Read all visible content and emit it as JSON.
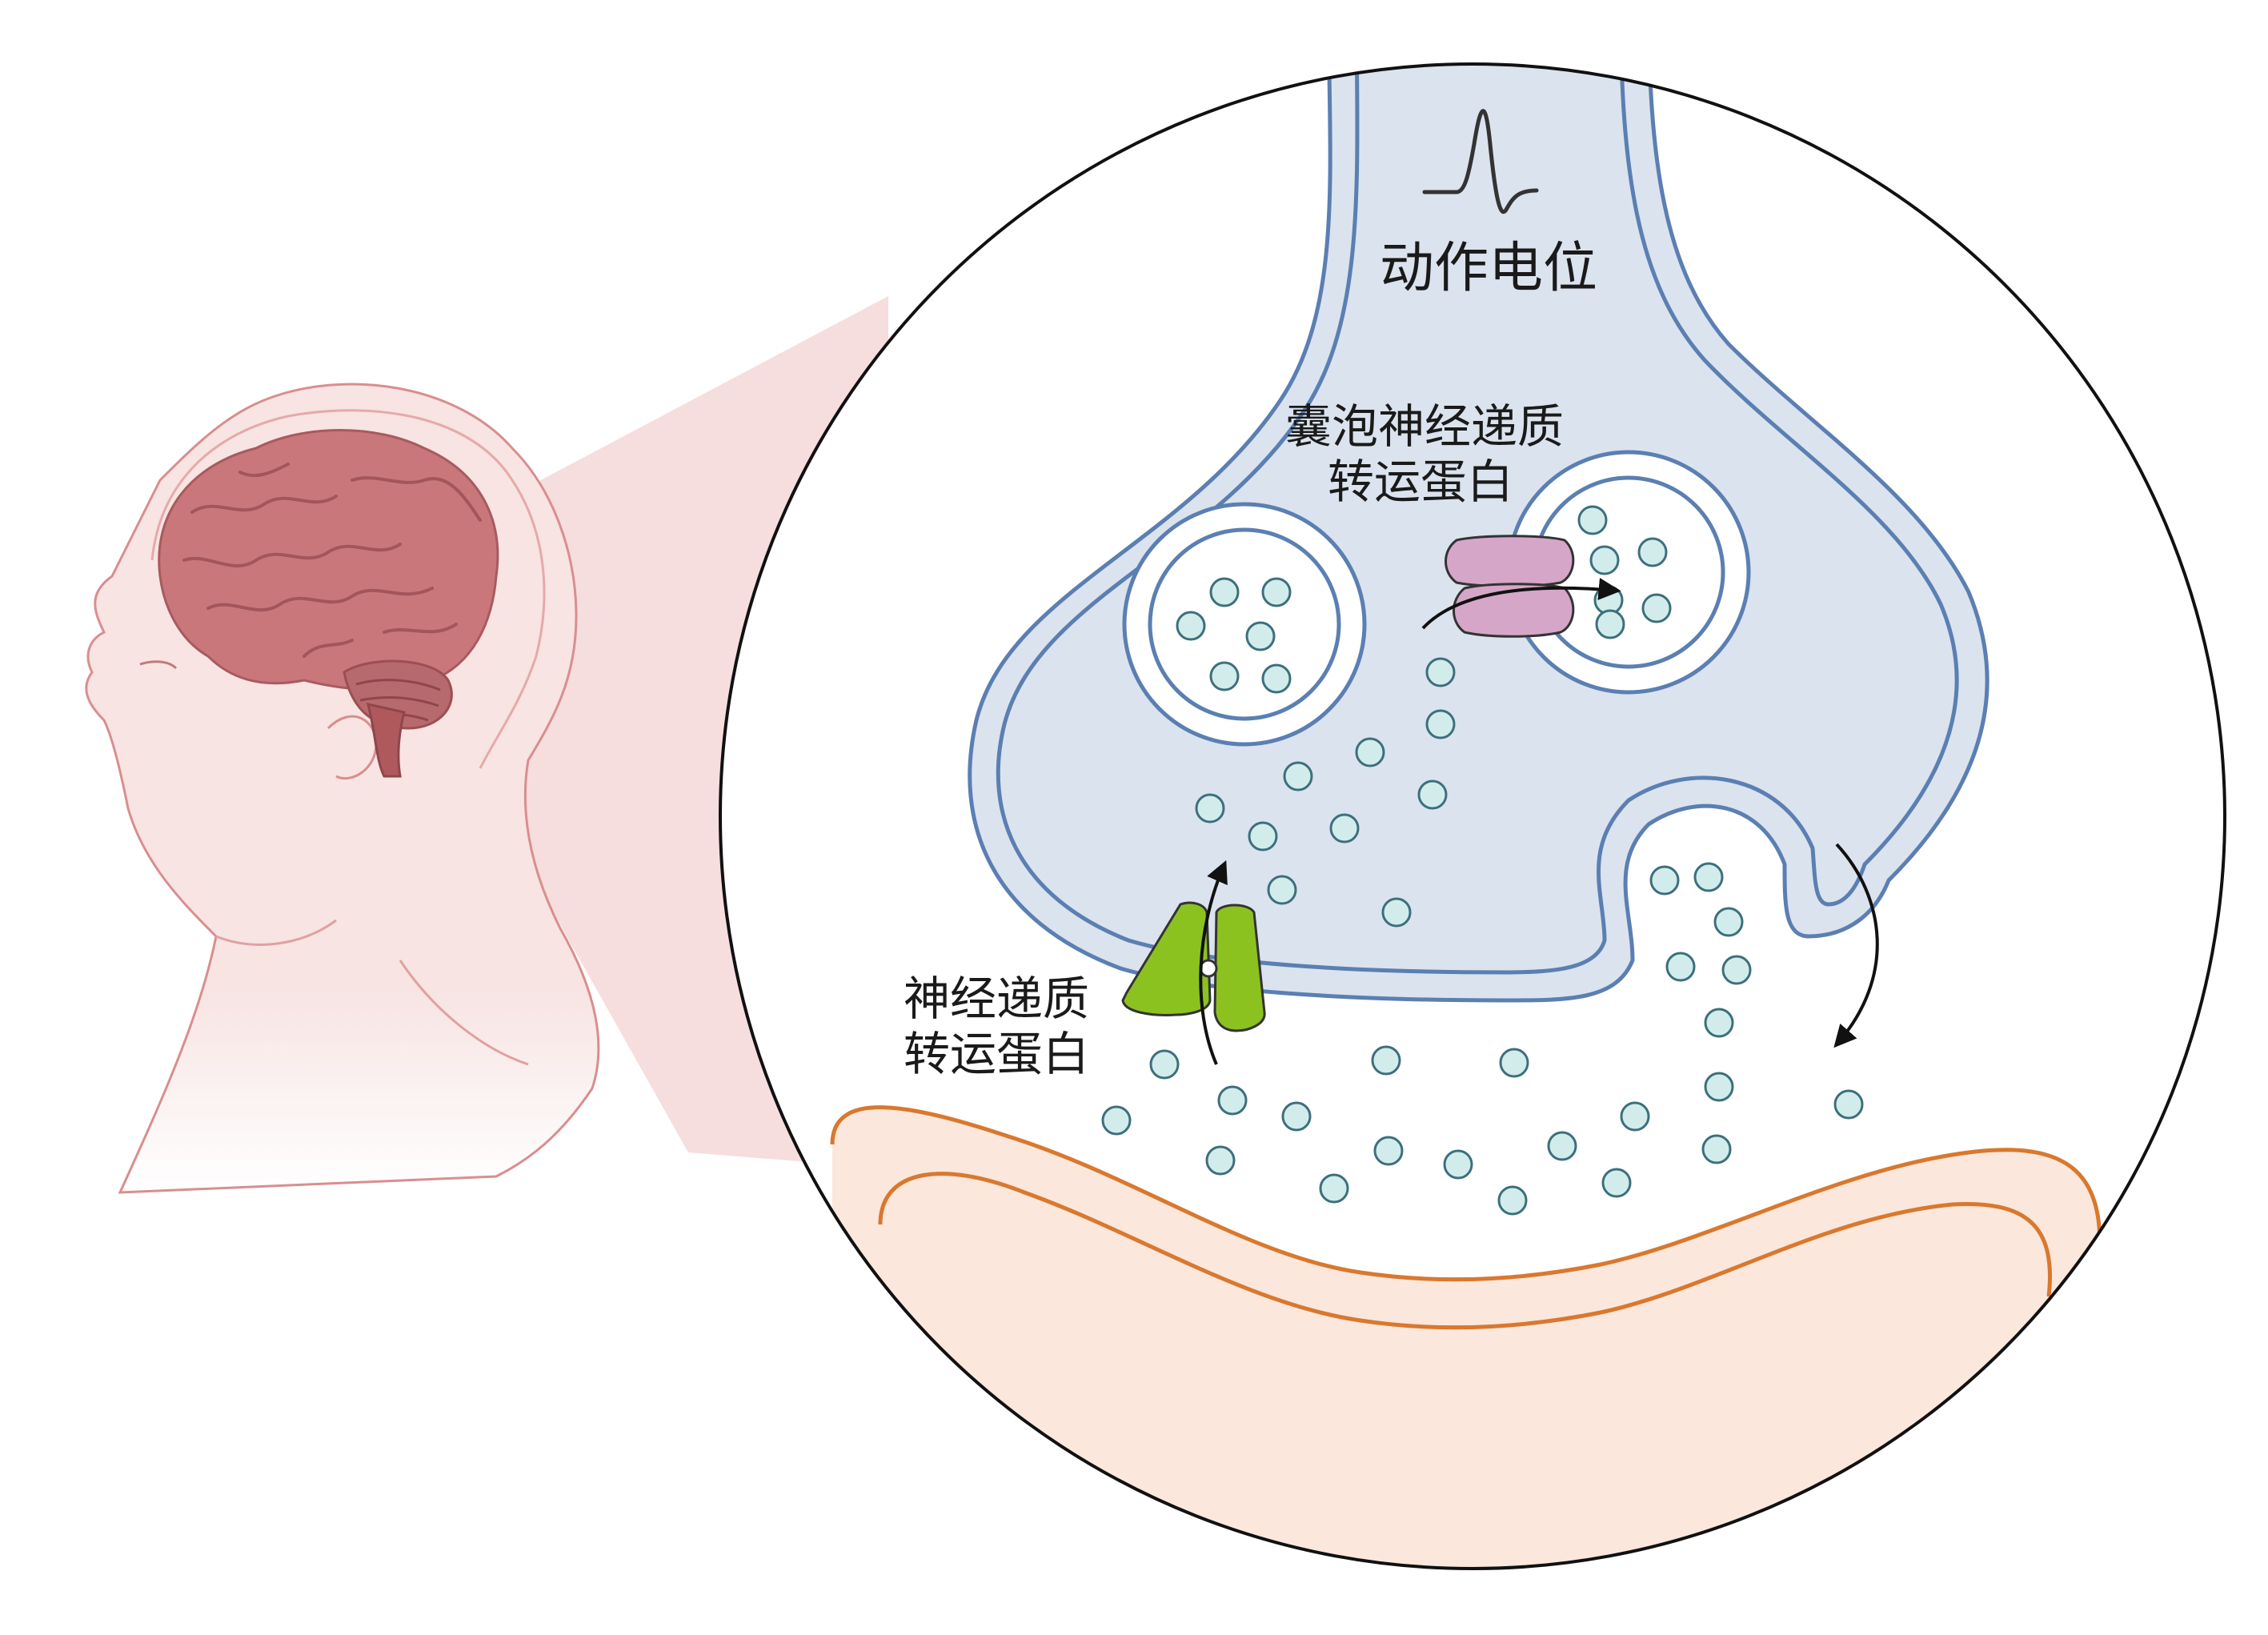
{
  "labels": {
    "action_potential": "动作电位",
    "vesicular_transporter_line1": "囊泡神经递质",
    "vesicular_transporter_line2": "转运蛋白",
    "transporter_line1": "神经递质",
    "transporter_line2": "转运蛋白"
  },
  "icons": {
    "head": "human-head-profile-icon",
    "brain": "brain-icon",
    "spike": "action-potential-spike-icon"
  },
  "colors": {
    "presynaptic_fill": "#dbe3ef",
    "membrane_blue": "#5b7fb2",
    "postsynaptic_fill": "#fbe7dc",
    "postsynaptic_membrane": "#d9782e",
    "neurotransmitter": "#d2ecec",
    "vesicular_transporter": "#d6a6c8",
    "plasma_transporter": "#8cc21f",
    "brain": "#c9777a",
    "skin": "#f7e4e3",
    "zoom_cone": "#f4d7d8"
  }
}
